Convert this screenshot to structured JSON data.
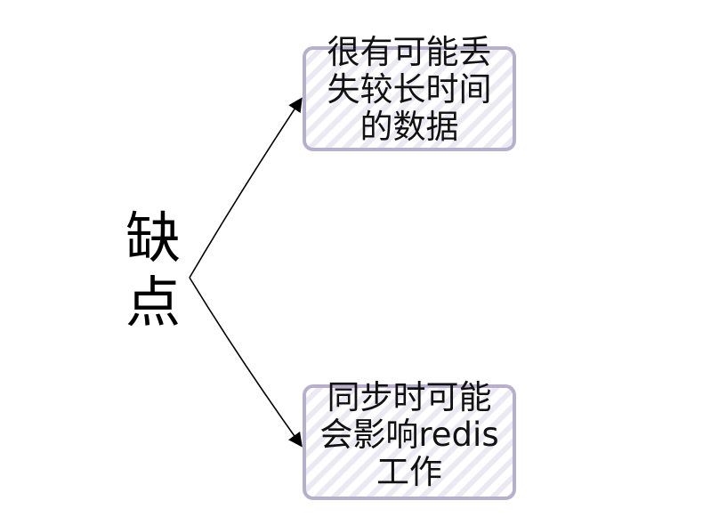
{
  "root": {
    "label": "缺点"
  },
  "nodes": [
    {
      "label_line1": "很有可能丢",
      "label_line2": "失较长时间",
      "label_line3": "的数据"
    },
    {
      "label_line1": "同步时可能",
      "label_line2": "会影响redis",
      "label_line3": "工作"
    }
  ],
  "colors": {
    "box_border": "#b7b0cc",
    "hatch": "#ebe9f2",
    "text": "#111111"
  }
}
